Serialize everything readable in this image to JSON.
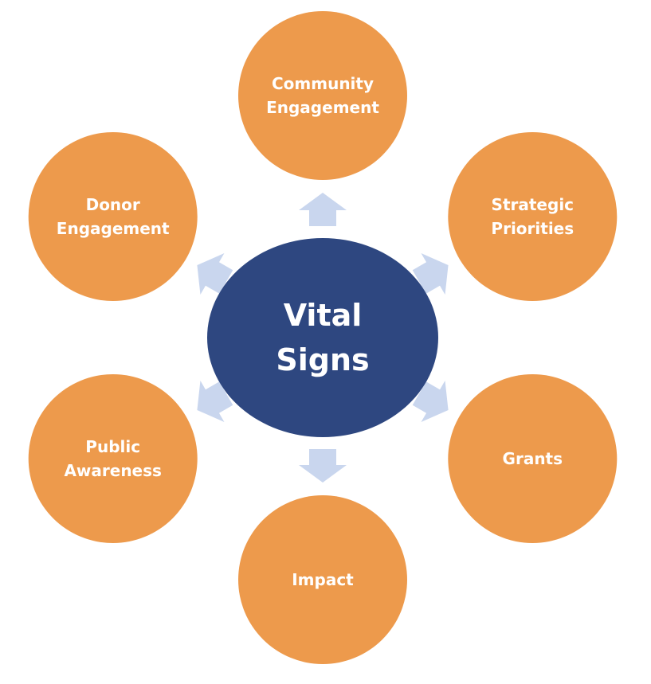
{
  "diagram": {
    "center": {
      "lines": [
        "Vital",
        "Signs"
      ],
      "color": "#2E4780"
    },
    "node_color": "#ED9A4C",
    "arrow_color": "#C9D6EE",
    "nodes": [
      {
        "id": "community-engagement",
        "lines": [
          "Community",
          "Engagement"
        ]
      },
      {
        "id": "strategic-priorities",
        "lines": [
          "Strategic",
          "Priorities"
        ]
      },
      {
        "id": "grants",
        "lines": [
          "Grants"
        ]
      },
      {
        "id": "impact",
        "lines": [
          "Impact"
        ]
      },
      {
        "id": "public-awareness",
        "lines": [
          "Public",
          "Awareness"
        ]
      },
      {
        "id": "donor-engagement",
        "lines": [
          "Donor",
          "Engagement"
        ]
      }
    ]
  }
}
